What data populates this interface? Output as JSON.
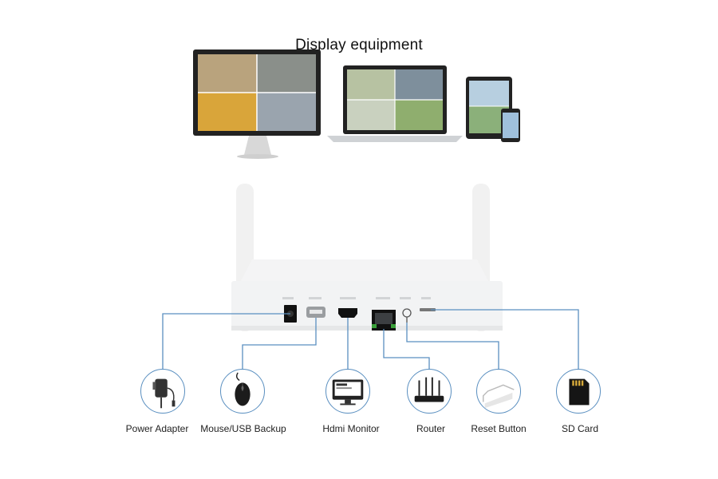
{
  "title": "Display equipment",
  "devices": [
    {
      "id": "power",
      "label": "Power Adapter",
      "icon": "power-adapter-icon"
    },
    {
      "id": "mouse",
      "label": "Mouse/USB Backup",
      "icon": "mouse-icon"
    },
    {
      "id": "hdmi",
      "label": "Hdmi Monitor",
      "icon": "monitor-icon"
    },
    {
      "id": "router",
      "label": "Router",
      "icon": "router-icon"
    },
    {
      "id": "reset",
      "label": "Reset Button",
      "icon": "reset-icon"
    },
    {
      "id": "sd",
      "label": "SD Card",
      "icon": "sd-card-icon"
    }
  ],
  "colors": {
    "line": "#5a8fc0",
    "device_body": "#f2f3f4"
  }
}
